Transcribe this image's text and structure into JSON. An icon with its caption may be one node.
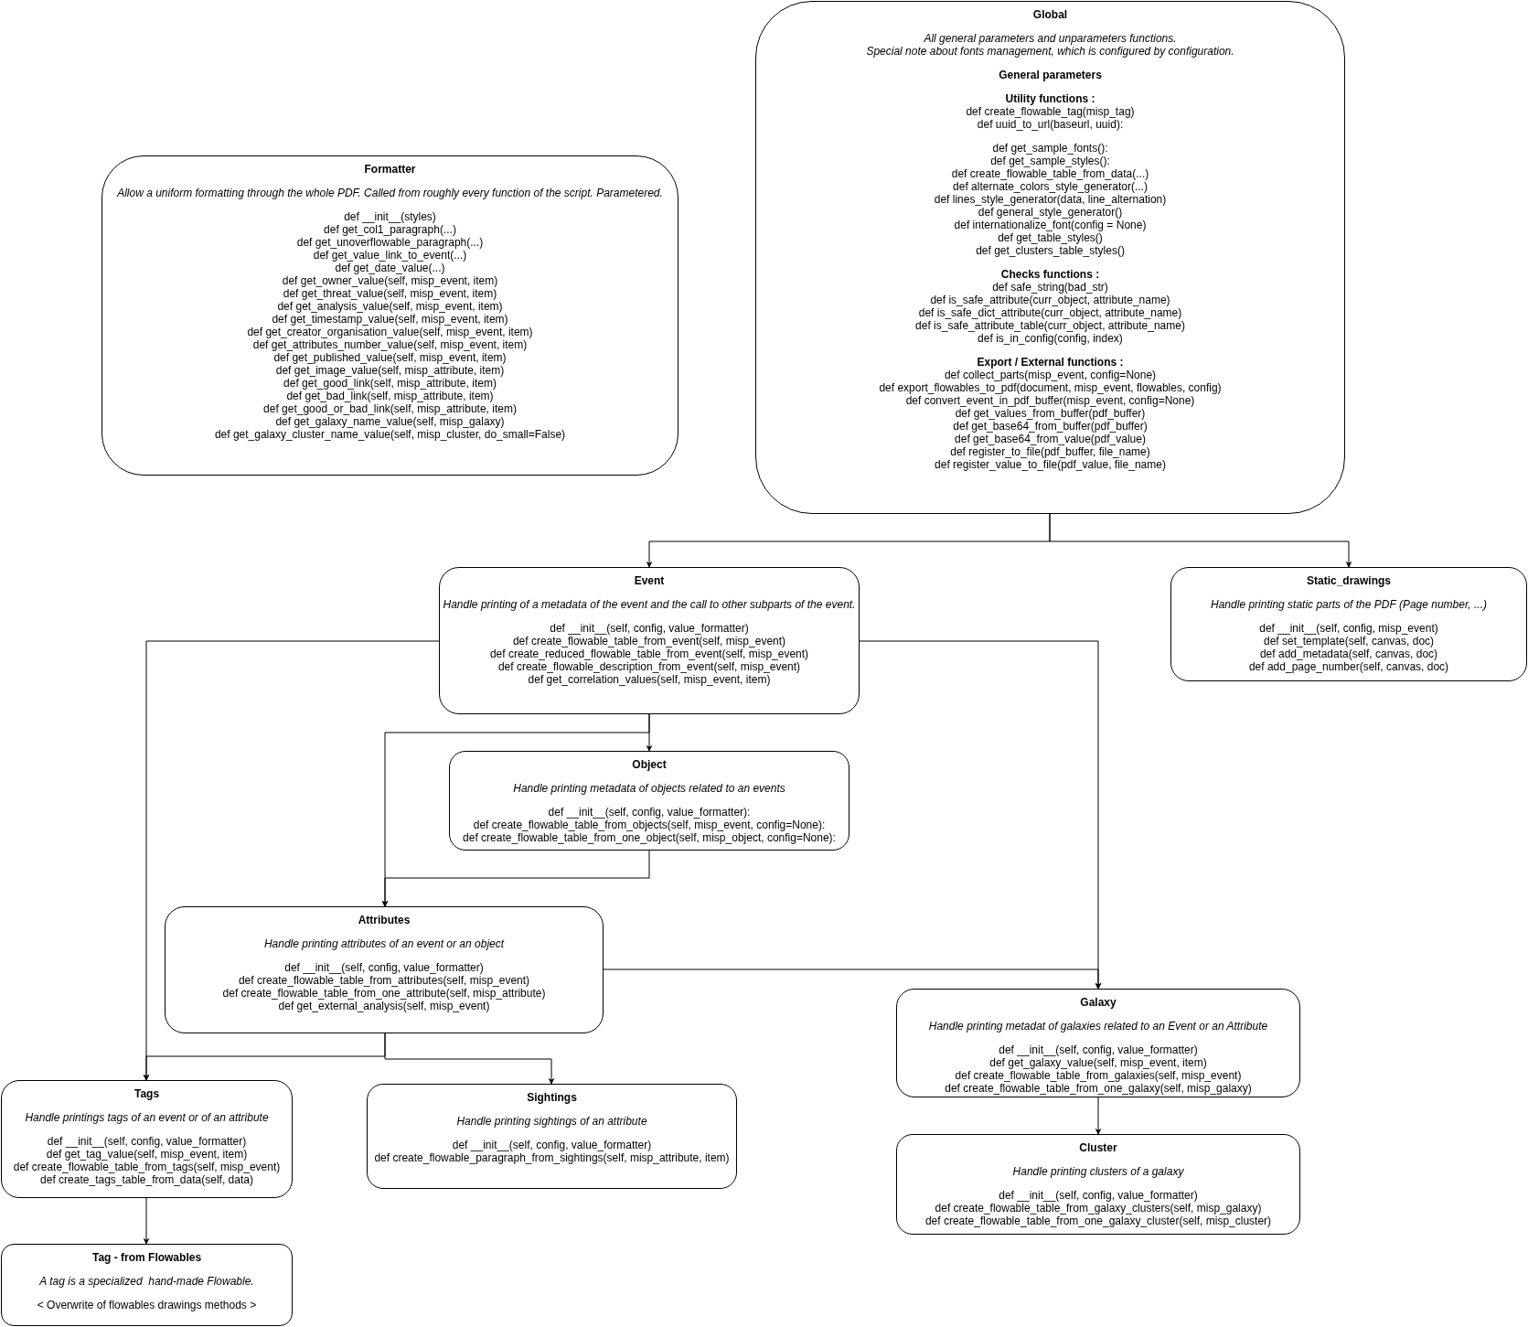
{
  "diagram": {
    "nodes": [
      {
        "text": [
          "Formatter",
          "Allow a uniform formatting through the whole PDF. Called from roughly every function of the script. Parametered.",
          "def __init__(styles)",
          "def get_col1_paragraph(...)",
          "def get_unoverflowable_paragraph(...)",
          "def get_value_link_to_event(...)",
          "def get_date_value(...)",
          "def get_owner_value(self, misp_event, item)",
          "def get_threat_value(self, misp_event, item)",
          "def get_analysis_value(self, misp_event, item)",
          "def get_timestamp_value(self, misp_event, item)",
          "def get_creator_organisation_value(self, misp_event, item)",
          "def get_attributes_number_value(self, misp_event, item)",
          "def get_published_value(self, misp_event, item)",
          "def get_image_value(self, misp_attribute, item)",
          "def get_good_link(self, misp_attribute, item)",
          "def get_bad_link(self, misp_attribute, item)",
          "def get_good_or_bad_link(self, misp_attribute, item)",
          "def get_galaxy_name_value(self, misp_galaxy)",
          "def get_galaxy_cluster_name_value(self, misp_cluster, do_small=False)"
        ]
      },
      {
        "text": [
          "Global",
          "All general parameters and unparameters functions.",
          "Special note about fonts management, which is configured by configuration.",
          "General parameters",
          "Utility functions :",
          "def create_flowable_tag(misp_tag)",
          "def uuid_to_url(baseurl, uuid):",
          "def get_sample_fonts():",
          "def get_sample_styles():",
          "def create_flowable_table_from_data(...)",
          "def alternate_colors_style_generator(...)",
          "def lines_style_generator(data, line_alternation)",
          "def general_style_generator()",
          "def internationalize_font(config = None)",
          "def get_table_styles()",
          "def get_clusters_table_styles()",
          "Checks functions :",
          "def safe_string(bad_str)",
          "def is_safe_attribute(curr_object, attribute_name)",
          "def is_safe_dict_attribute(curr_object, attribute_name)",
          "def is_safe_attribute_table(curr_object, attribute_name)",
          "def is_in_config(config, index)",
          "Export / External functions :",
          "def collect_parts(misp_event, config=None)",
          "def export_flowables_to_pdf(document, misp_event, flowables, config)",
          "def convert_event_in_pdf_buffer(misp_event, config=None)",
          "def get_values_from_buffer(pdf_buffer)",
          "def get_base64_from_buffer(pdf_buffer)",
          "def get_base64_from_value(pdf_value)",
          "def register_to_file(pdf_buffer, file_name)",
          "def register_value_to_file(pdf_value, file_name)"
        ]
      },
      {
        "text": [
          "Event",
          "Handle printing of a metadata of the event and the call to other subparts of the event.",
          "def __init__(self, config, value_formatter)",
          "def create_flowable_table_from_event(self, misp_event)",
          "def create_reduced_flowable_table_from_event(self, misp_event)",
          "def create_flowable_description_from_event(self, misp_event)",
          "def get_correlation_values(self, misp_event, item)"
        ]
      },
      {
        "text": [
          "Static_drawings",
          "Handle printing static parts of the PDF (Page number, ...)",
          "def __init__(self, config, misp_event)",
          "def set_template(self, canvas, doc)",
          "def add_metadata(self, canvas, doc)",
          "def add_page_number(self, canvas, doc)"
        ]
      },
      {
        "text": [
          "Object",
          "Handle printing metadata of objects related to an events",
          "def __init__(self, config, value_formatter):",
          "def create_flowable_table_from_objects(self, misp_event, config=None):",
          "def create_flowable_table_from_one_object(self, misp_object, config=None):"
        ]
      },
      {
        "text": [
          "Attributes",
          "Handle printing attributes of an event or an object",
          "def __init__(self, config, value_formatter)",
          "def create_flowable_table_from_attributes(self, misp_event)",
          "def create_flowable_table_from_one_attribute(self, misp_attribute)",
          "def get_external_analysis(self, misp_event)"
        ]
      },
      {
        "text": [
          "Galaxy",
          "Handle printing metadat of galaxies related to an Event or an Attribute",
          "def __init__(self, config, value_formatter)",
          "def get_galaxy_value(self, misp_event, item)",
          "def create_flowable_table_from_galaxies(self, misp_event)",
          "def create_flowable_table_from_one_galaxy(self, misp_galaxy)"
        ]
      },
      {
        "text": [
          "Tags",
          "Handle printings tags of an event or of an attribute",
          "def __init__(self, config, value_formatter)",
          "def get_tag_value(self, misp_event, item)",
          "def create_flowable_table_from_tags(self, misp_event)",
          "def create_tags_table_from_data(self, data)"
        ]
      },
      {
        "text": [
          "Sightings",
          "Handle printing sightings of an attribute",
          "def __init__(self, config, value_formatter)",
          "def create_flowable_paragraph_from_sightings(self, misp_attribute, item)"
        ]
      },
      {
        "text": [
          "Cluster",
          "Handle printing clusters of a galaxy",
          "def __init__(self, config, value_formatter)",
          "def create_flowable_table_from_galaxy_clusters(self, misp_galaxy)",
          "def create_flowable_table_from_one_galaxy_cluster(self, misp_cluster)"
        ]
      },
      {
        "text": [
          "Tag - from Flowables",
          "A tag is a specialized  hand-made Flowable.",
          "< Overwrite of flowables drawings methods >"
        ]
      }
    ],
    "edges": [
      {
        "from": 1,
        "to": 2,
        "arrow": "to"
      },
      {
        "from": 1,
        "to": 3,
        "arrow": "to"
      },
      {
        "from": 2,
        "to": 4,
        "arrow": "to"
      },
      {
        "from": 2,
        "to": 5,
        "arrow": "to"
      },
      {
        "from": 4,
        "to": 5,
        "arrow": "to"
      },
      {
        "from": 2,
        "to": 7,
        "arrow": "to"
      },
      {
        "from": 2,
        "to": 6,
        "arrow": "to"
      },
      {
        "from": 5,
        "to": 6,
        "arrow": "to"
      },
      {
        "from": 5,
        "to": 7,
        "arrow": "to"
      },
      {
        "from": 5,
        "to": 8,
        "arrow": "to"
      },
      {
        "from": 6,
        "to": 9,
        "arrow": "to"
      },
      {
        "from": 7,
        "to": 10,
        "arrow": "to"
      }
    ]
  }
}
